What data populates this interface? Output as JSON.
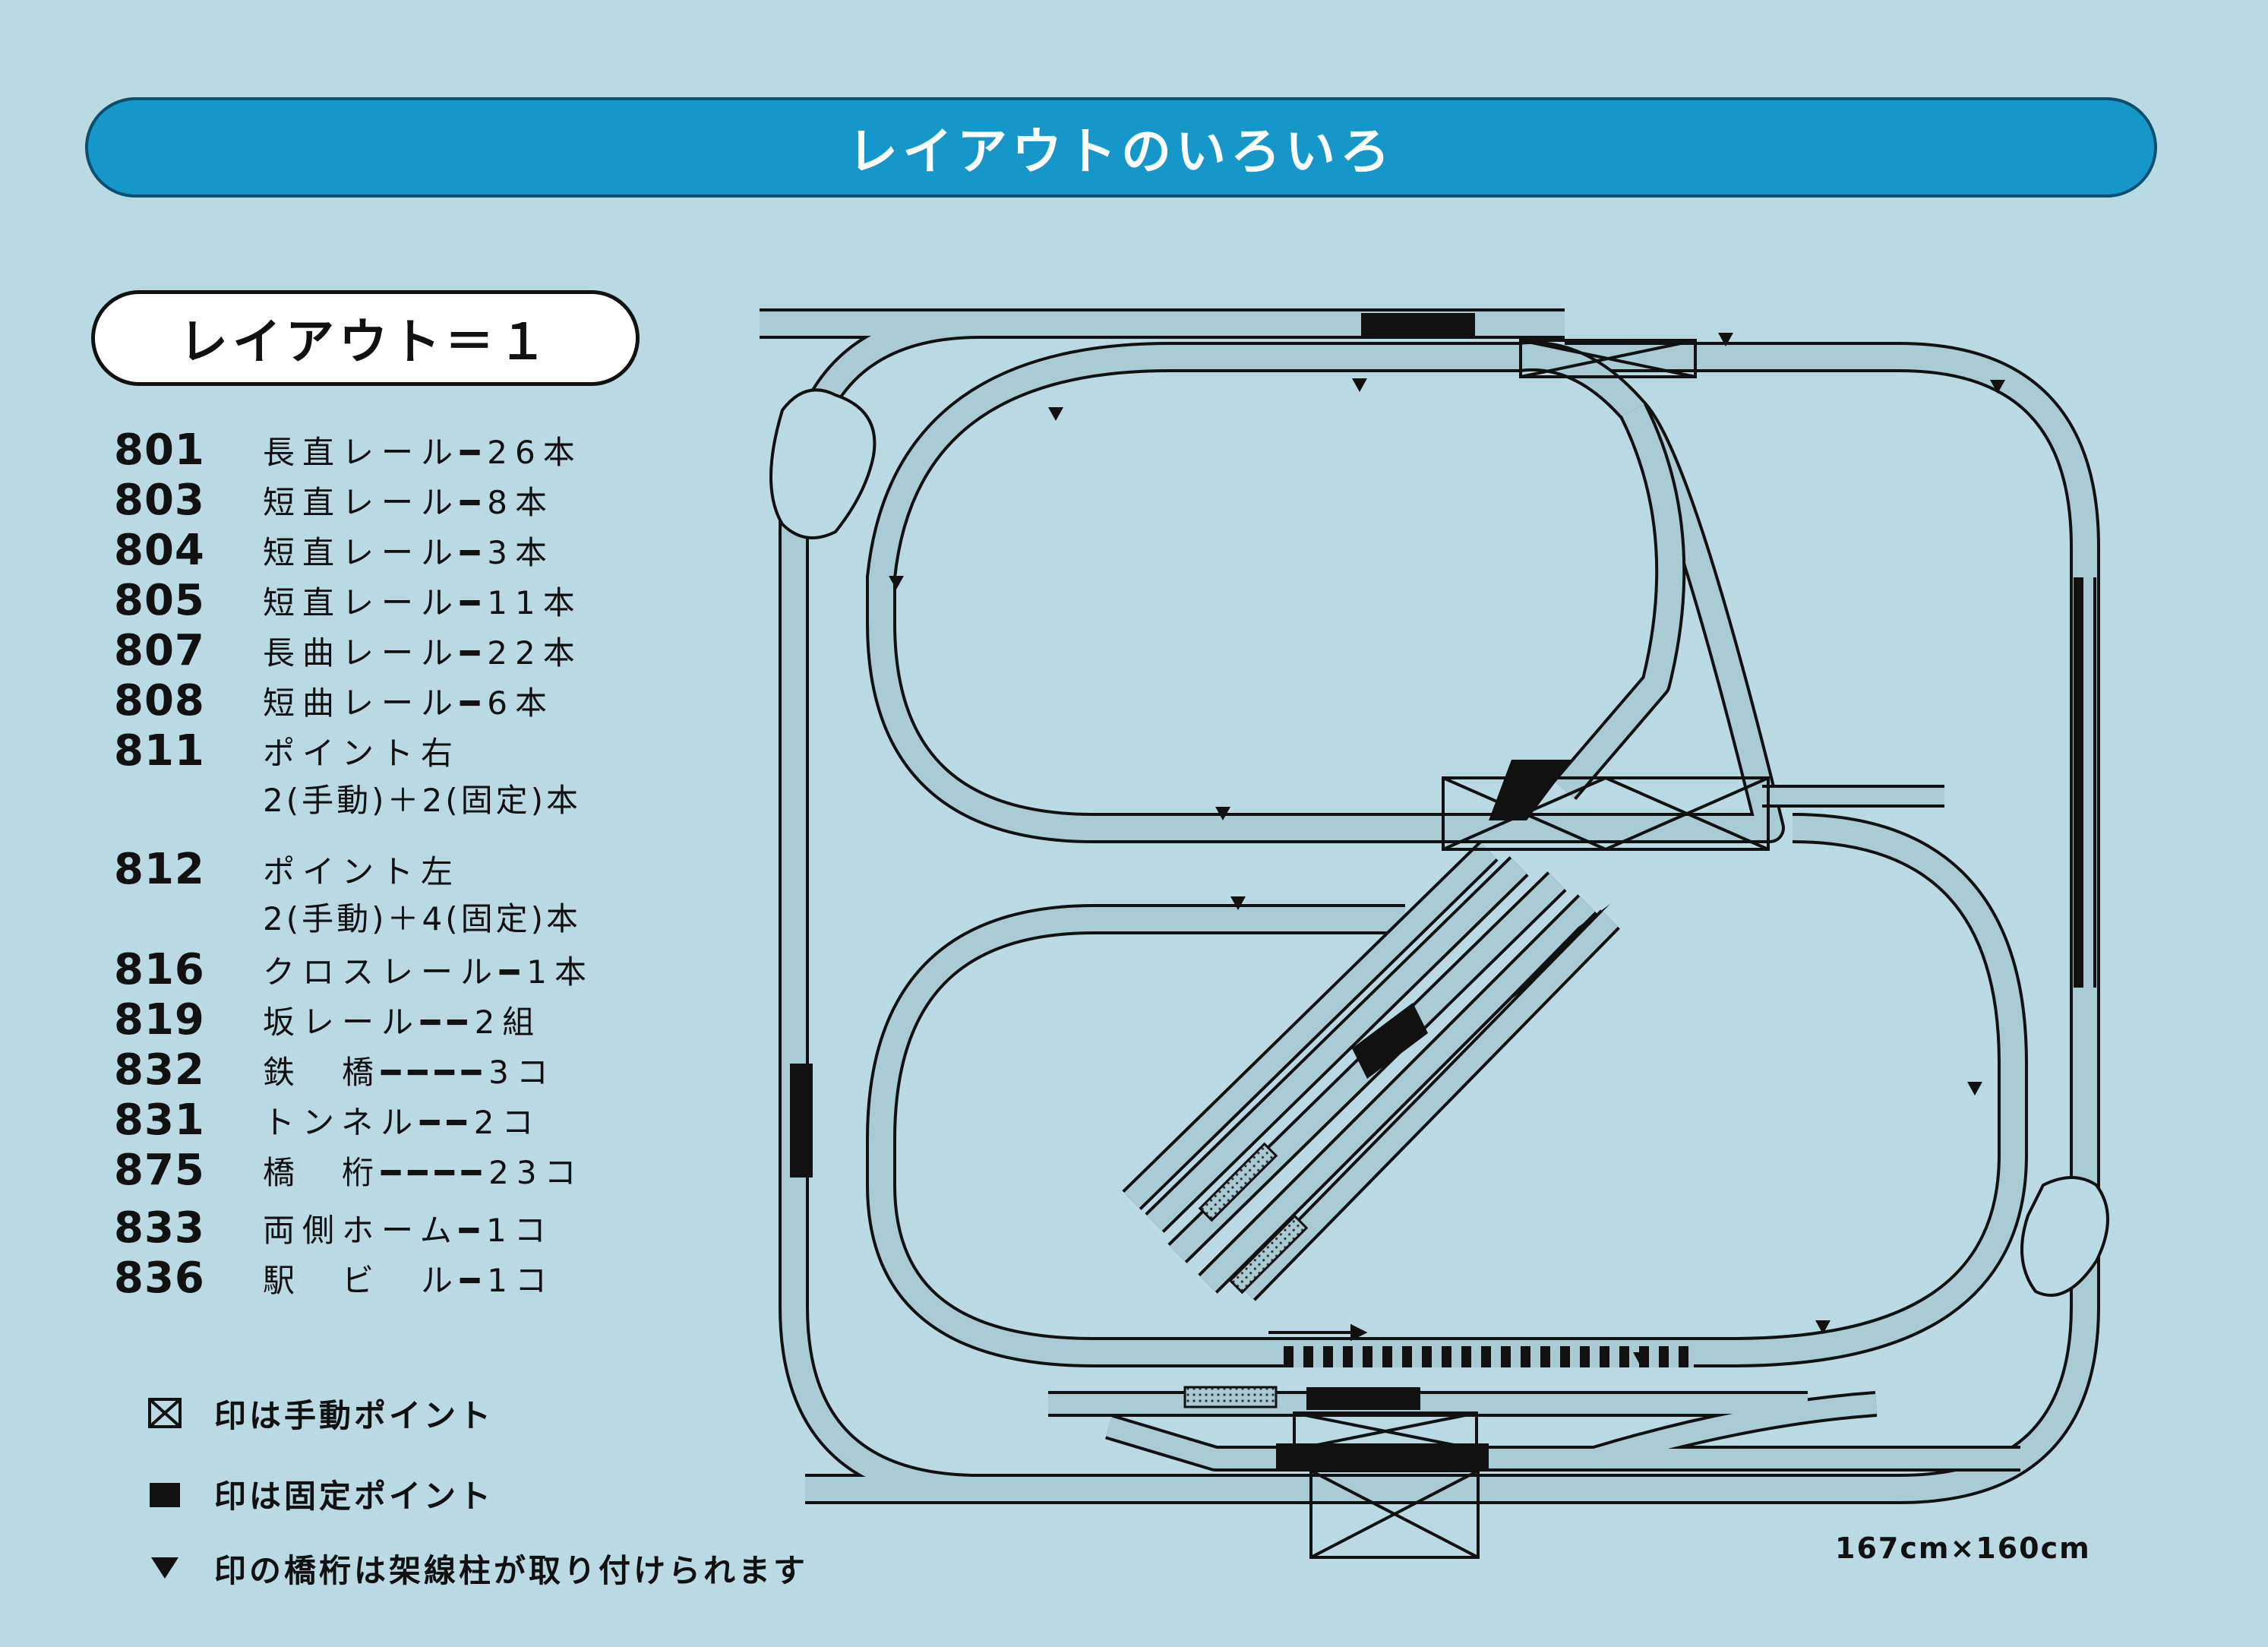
{
  "banner_title": "レイアウトのいろいろ",
  "layout_title": "レイアウト＝１",
  "parts": [
    {
      "code": "801",
      "name": "長直レール━26本"
    },
    {
      "code": "803",
      "name": "短直レール━8本"
    },
    {
      "code": "804",
      "name": "短直レール━3本"
    },
    {
      "code": "805",
      "name": "短直レール━11本"
    },
    {
      "code": "807",
      "name": "長曲レール━22本"
    },
    {
      "code": "808",
      "name": "短曲レール━6本"
    },
    {
      "code": "811",
      "name": "ポイント右",
      "sub": "2(手動)＋2(固定)本"
    },
    {
      "code": "812",
      "name": "ポイント左",
      "sub": "2(手動)＋4(固定)本"
    },
    {
      "code": "816",
      "name": "クロスレール━1本"
    },
    {
      "code": "819",
      "name": "坂レール━━2組"
    },
    {
      "code": "832",
      "name": "鉄　橋━━━━3コ"
    },
    {
      "code": "831",
      "name": "トンネル━━2コ"
    },
    {
      "code": "875",
      "name": "橋　桁━━━━23コ"
    },
    {
      "code": "833",
      "name": "両側ホーム━1コ"
    },
    {
      "code": "836",
      "name": "駅　ビ　ル━1コ"
    }
  ],
  "legend": [
    {
      "symbol": "manual-point-box-icon",
      "text": "印は手動ポイント"
    },
    {
      "symbol": "fixed-point-square-icon",
      "text": "印は固定ポイント"
    },
    {
      "symbol": "catenary-triangle-icon",
      "text": "印の橋桁は架線柱が取り付けられます"
    }
  ],
  "dimensions": "167cm×160cm",
  "colors": {
    "background": "#b9dae2",
    "banner": "#1697c9",
    "track": "#a9cbd3",
    "ink": "#111111"
  }
}
